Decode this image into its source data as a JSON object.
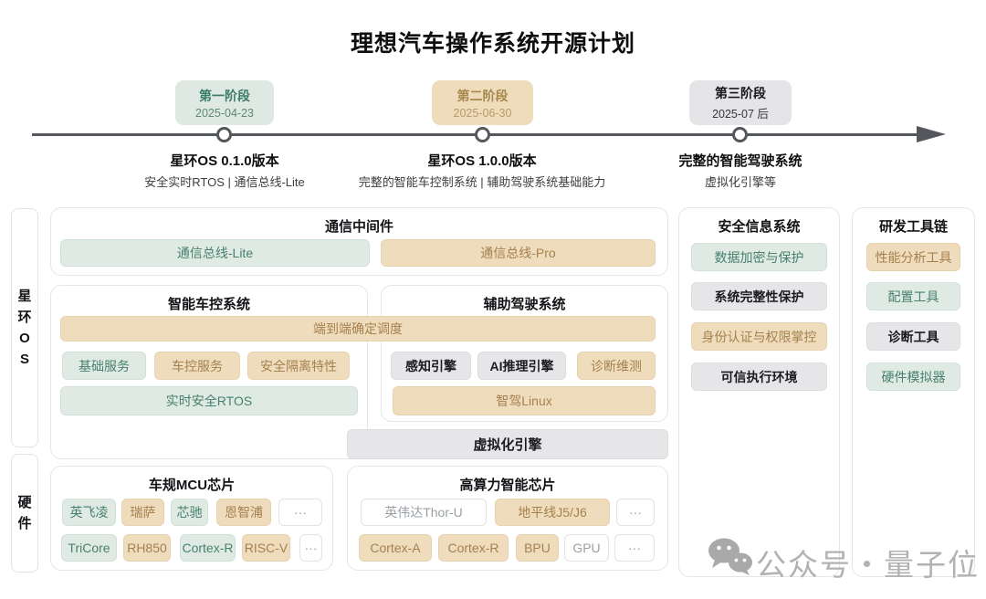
{
  "title": "理想汽车操作系统开源计划",
  "timeline": {
    "phases": [
      {
        "label": "第一阶段",
        "date": "2025-04-23",
        "milestone": "星环OS 0.1.0版本",
        "detail": "安全实时RTOS | 通信总线-Lite"
      },
      {
        "label": "第二阶段",
        "date": "2025-06-30",
        "milestone": "星环OS 1.0.0版本",
        "detail": "完整的智能车控制系统 | 辅助驾驶系统基础能力"
      },
      {
        "label": "第三阶段",
        "date": "2025-07 后",
        "milestone": "完整的智能驾驶系统",
        "detail": "虚拟化引擎等"
      }
    ]
  },
  "rails": {
    "os": {
      "label": "星环OS",
      "chars": [
        "星",
        "环",
        "O",
        "S"
      ]
    },
    "hardware": {
      "label": "硬件",
      "chars": [
        "硬",
        "件"
      ]
    }
  },
  "panels": {
    "middleware": {
      "title": "通信中间件",
      "bus_lite": "通信总线-Lite",
      "bus_pro": "通信总线-Pro"
    },
    "scheduler": "端到端确定调度",
    "vehicle_control": {
      "title": "智能车控系统",
      "chips": [
        "基础服务",
        "车控服务",
        "安全隔离特性"
      ],
      "rtos": "实时安全RTOS"
    },
    "adas": {
      "title": "辅助驾驶系统",
      "chips": [
        "感知引擎",
        "AI推理引擎",
        "诊断维测"
      ],
      "linux": "智驾Linux"
    },
    "virtualization": "虚拟化引擎",
    "security": {
      "title": "安全信息系统",
      "items": [
        "数据加密与保护",
        "系统完整性保护",
        "身份认证与权限掌控",
        "可信执行环境"
      ]
    },
    "toolchain": {
      "title": "研发工具链",
      "items": [
        "性能分析工具",
        "配置工具",
        "诊断工具",
        "硬件模拟器"
      ]
    },
    "mcu": {
      "title": "车规MCU芯片",
      "row1": [
        "英飞凌",
        "瑞萨",
        "芯驰",
        "恩智浦",
        "···"
      ],
      "row2": [
        "TriCore",
        "RH850",
        "Cortex-R",
        "RISC-V",
        "···"
      ]
    },
    "soc": {
      "title": "高算力智能芯片",
      "row1": [
        "英伟达Thor-U",
        "地平线J5/J6",
        "···"
      ],
      "row2": [
        "Cortex-A",
        "Cortex-R",
        "BPU",
        "GPU",
        "···"
      ]
    }
  },
  "palette": {
    "green_bg": "#e0eae5",
    "green_text": "#47806c",
    "tan_bg": "#eedcbc",
    "tan_text": "#a5814f",
    "gray_bg": "#e6e6e8",
    "gray_text": "#1b1c1f",
    "timeline_line": "#54575c",
    "watermark_gray": "#b2b2b2"
  },
  "watermark": {
    "text": "公众号・量子位",
    "icon": "wechat-icon"
  }
}
